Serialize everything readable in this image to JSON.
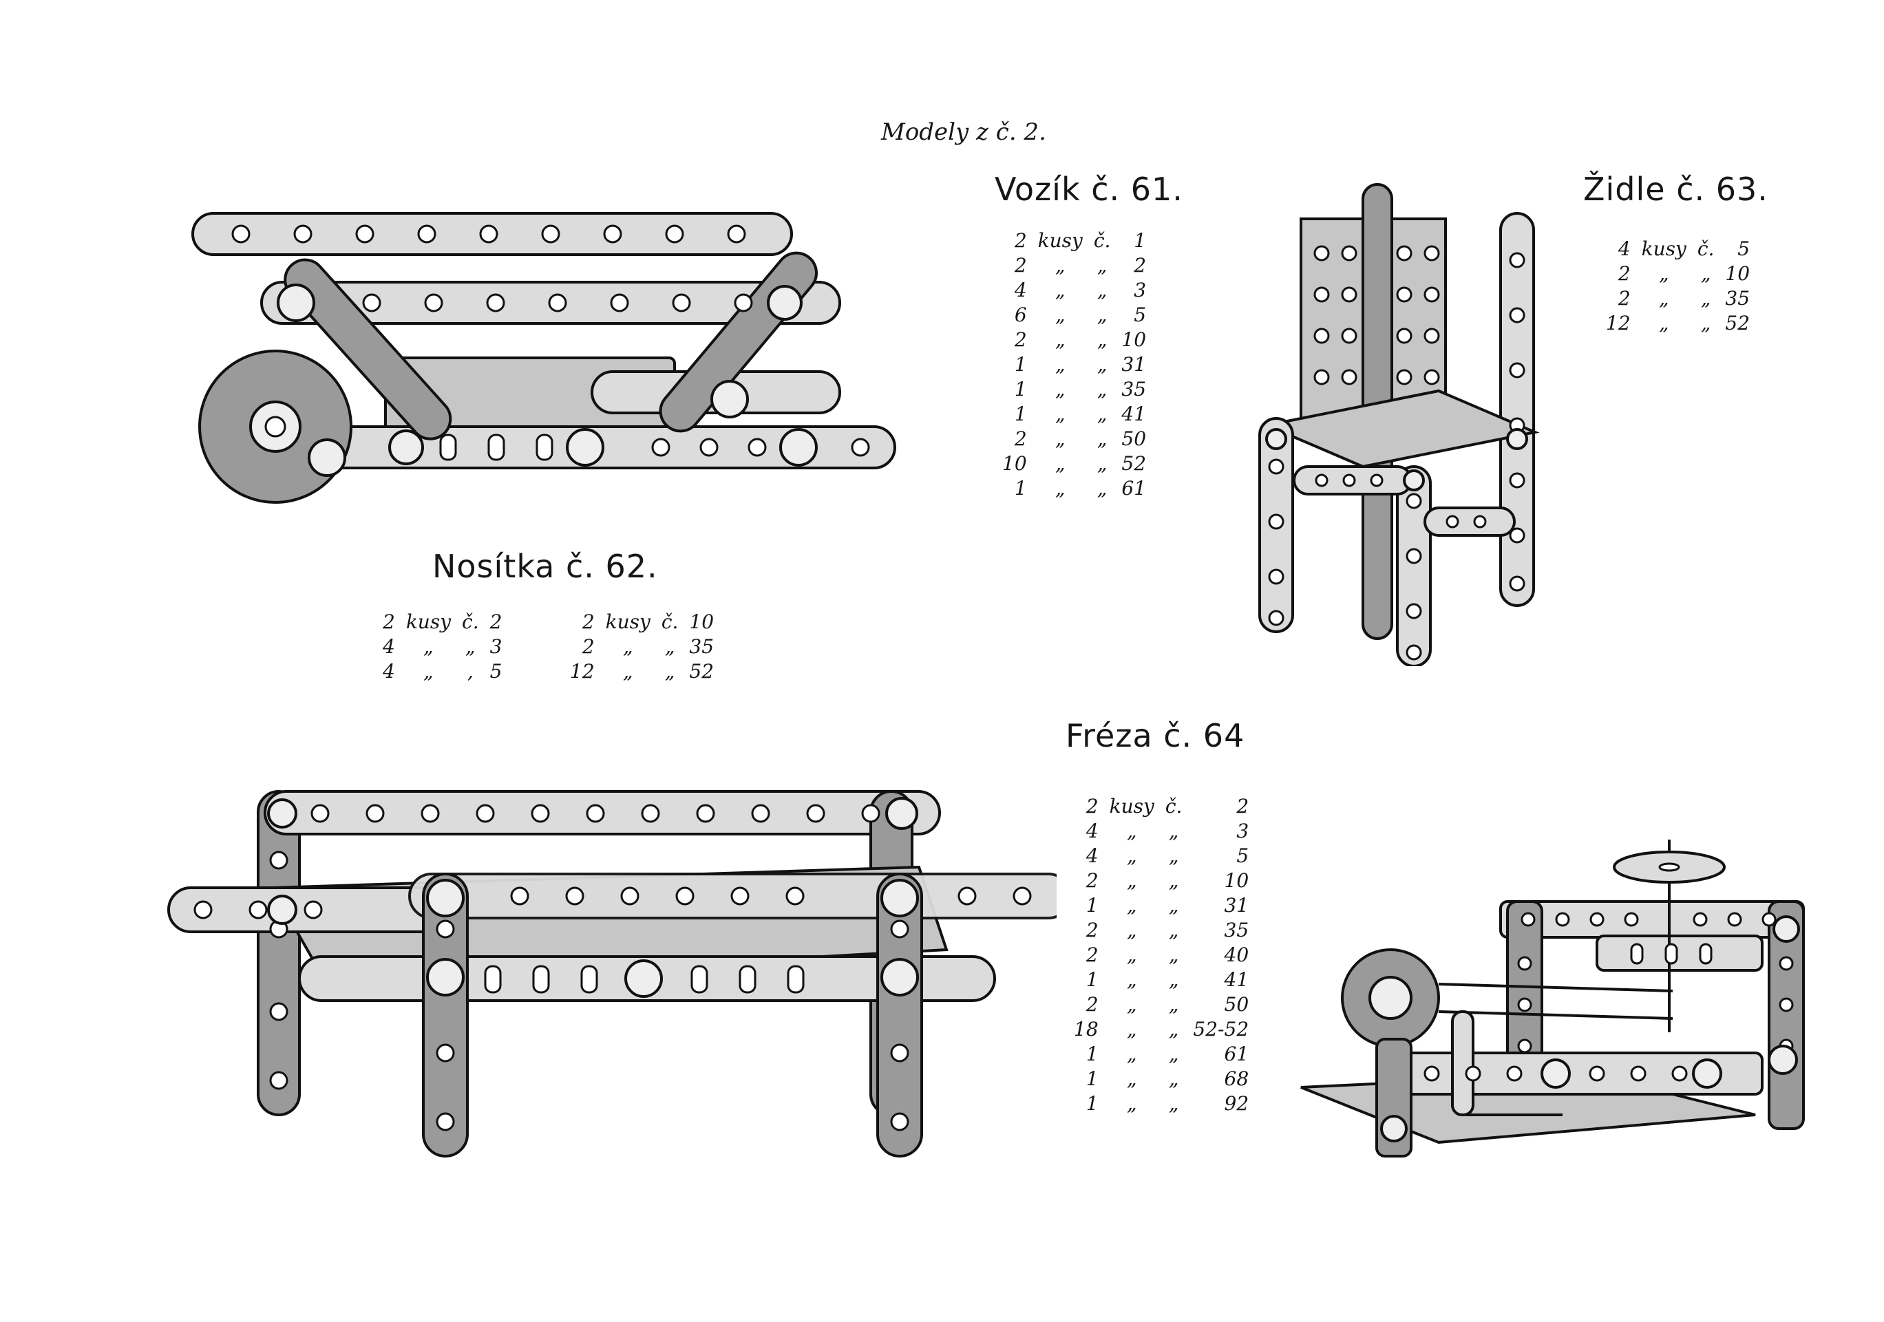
{
  "header": "Modely z č. 2.",
  "models": [
    {
      "title": "Vozík č. 61.",
      "parts": [
        {
          "qty": "2",
          "unit": "kusy",
          "label": "č.",
          "part": "1"
        },
        {
          "qty": "2",
          "unit": "„",
          "label": "„",
          "part": "2"
        },
        {
          "qty": "4",
          "unit": "„",
          "label": "„",
          "part": "3"
        },
        {
          "qty": "6",
          "unit": "„",
          "label": "„",
          "part": "5"
        },
        {
          "qty": "2",
          "unit": "„",
          "label": "„",
          "part": "10"
        },
        {
          "qty": "1",
          "unit": "„",
          "label": "„",
          "part": "31"
        },
        {
          "qty": "1",
          "unit": "„",
          "label": "„",
          "part": "35"
        },
        {
          "qty": "1",
          "unit": "„",
          "label": "„",
          "part": "41"
        },
        {
          "qty": "2",
          "unit": "„",
          "label": "„",
          "part": "50"
        },
        {
          "qty": "10",
          "unit": "„",
          "label": "„",
          "part": "52"
        },
        {
          "qty": "1",
          "unit": "„",
          "label": "„",
          "part": "61"
        }
      ]
    },
    {
      "title": "Židle č. 63.",
      "parts": [
        {
          "qty": "4",
          "unit": "kusy",
          "label": "č.",
          "part": "5"
        },
        {
          "qty": "2",
          "unit": "„",
          "label": "„",
          "part": "10"
        },
        {
          "qty": "2",
          "unit": "„",
          "label": "„",
          "part": "35"
        },
        {
          "qty": "12",
          "unit": "„",
          "label": "„",
          "part": "52"
        }
      ]
    },
    {
      "title": "Nosítka č. 62.",
      "parts_left": [
        {
          "qty": "2",
          "unit": "kusy",
          "label": "č.",
          "part": "2"
        },
        {
          "qty": "4",
          "unit": "„",
          "label": "„",
          "part": "3"
        },
        {
          "qty": "4",
          "unit": "„",
          "label": ",",
          "part": "5"
        }
      ],
      "parts_right": [
        {
          "qty": "2",
          "unit": "kusy",
          "label": "č.",
          "part": "10"
        },
        {
          "qty": "2",
          "unit": "„",
          "label": "„",
          "part": "35"
        },
        {
          "qty": "12",
          "unit": "„",
          "label": "„",
          "part": "52"
        }
      ]
    },
    {
      "title": "Fréza č. 64",
      "parts": [
        {
          "qty": "2",
          "unit": "kusy",
          "label": "č.",
          "part": "2"
        },
        {
          "qty": "4",
          "unit": "„",
          "label": "„",
          "part": "3"
        },
        {
          "qty": "4",
          "unit": "„",
          "label": "„",
          "part": "5"
        },
        {
          "qty": "2",
          "unit": "„",
          "label": "„",
          "part": "10"
        },
        {
          "qty": "1",
          "unit": "„",
          "label": "„",
          "part": "31"
        },
        {
          "qty": "2",
          "unit": "„",
          "label": "„",
          "part": "35"
        },
        {
          "qty": "2",
          "unit": "„",
          "label": "„",
          "part": "40"
        },
        {
          "qty": "1",
          "unit": "„",
          "label": "„",
          "part": "41"
        },
        {
          "qty": "2",
          "unit": "„",
          "label": "„",
          "part": "50"
        },
        {
          "qty": "18",
          "unit": "„",
          "label": "„",
          "part": "52-52"
        },
        {
          "qty": "1",
          "unit": "„",
          "label": "„",
          "part": "61"
        },
        {
          "qty": "1",
          "unit": "„",
          "label": "„",
          "part": "68"
        },
        {
          "qty": "1",
          "unit": "„",
          "label": "„",
          "part": "92"
        }
      ]
    }
  ]
}
